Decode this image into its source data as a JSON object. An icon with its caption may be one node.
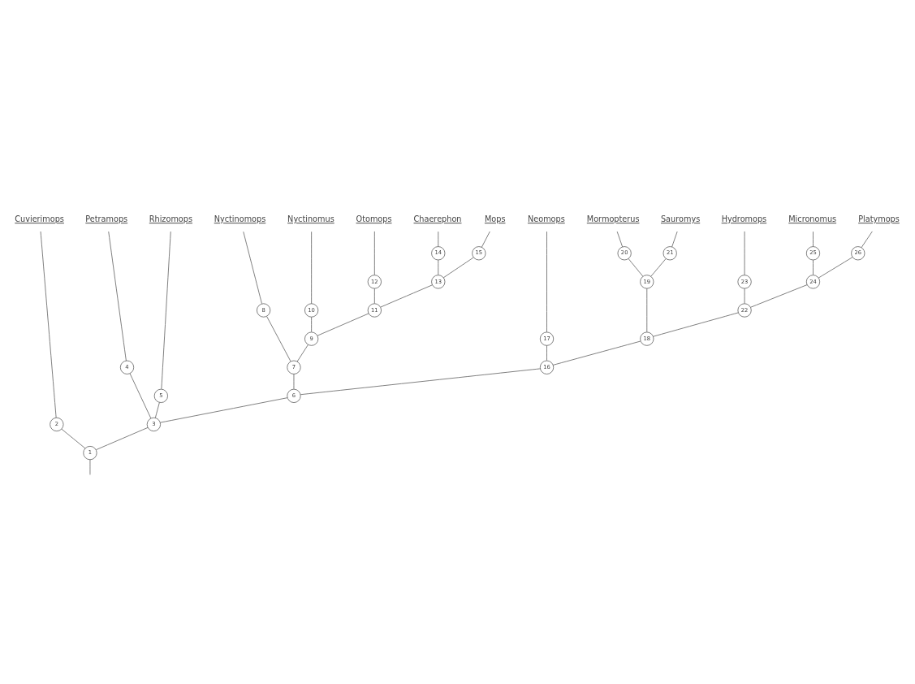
{
  "diagram": {
    "nodes": [
      {
        "text": [
          "Cuvierimops"
        ]
      },
      {
        "text": [
          "Petramops"
        ]
      },
      {
        "text": [
          "Rhizomops"
        ]
      },
      {
        "text": [
          "Nyctinomops"
        ]
      },
      {
        "text": [
          "Nyctinomus"
        ]
      },
      {
        "text": [
          "Otomops"
        ]
      },
      {
        "text": [
          "Chaerephon"
        ]
      },
      {
        "text": [
          "Mops"
        ]
      },
      {
        "text": [
          "Neomops"
        ]
      },
      {
        "text": [
          "Mormopterus"
        ]
      },
      {
        "text": [
          "Sauromys"
        ]
      },
      {
        "text": [
          "Hydromops"
        ]
      },
      {
        "text": [
          "Micronomus"
        ]
      },
      {
        "text": [
          "Platymops"
        ]
      },
      {
        "text": [
          "1"
        ]
      },
      {
        "text": [
          "2"
        ]
      },
      {
        "text": [
          "3"
        ]
      },
      {
        "text": [
          "4"
        ]
      },
      {
        "text": [
          "5"
        ]
      },
      {
        "text": [
          "6"
        ]
      },
      {
        "text": [
          "7"
        ]
      },
      {
        "text": [
          "8"
        ]
      },
      {
        "text": [
          "9"
        ]
      },
      {
        "text": [
          "10"
        ]
      },
      {
        "text": [
          "11"
        ]
      },
      {
        "text": [
          "12"
        ]
      },
      {
        "text": [
          "13"
        ]
      },
      {
        "text": [
          "14"
        ]
      },
      {
        "text": [
          "15"
        ]
      },
      {
        "text": [
          "16"
        ]
      },
      {
        "text": [
          "17"
        ]
      },
      {
        "text": [
          "18"
        ]
      },
      {
        "text": [
          "19"
        ]
      },
      {
        "text": [
          "20"
        ]
      },
      {
        "text": [
          "21"
        ]
      },
      {
        "text": [
          "22"
        ]
      },
      {
        "text": [
          "23"
        ]
      },
      {
        "text": [
          "24"
        ]
      },
      {
        "text": [
          "25"
        ]
      },
      {
        "text": [
          "26"
        ]
      }
    ],
    "edges": [
      {
        "from": null,
        "to": 14,
        "arrow": "none"
      },
      {
        "from": 14,
        "to": 15,
        "arrow": "none"
      },
      {
        "from": 14,
        "to": 16,
        "arrow": "none"
      },
      {
        "from": 15,
        "to": 0,
        "arrow": "none"
      },
      {
        "from": 16,
        "to": 17,
        "arrow": "none"
      },
      {
        "from": 16,
        "to": 18,
        "arrow": "none"
      },
      {
        "from": 16,
        "to": 19,
        "arrow": "none"
      },
      {
        "from": 17,
        "to": 1,
        "arrow": "none"
      },
      {
        "from": 18,
        "to": 2,
        "arrow": "none"
      },
      {
        "from": 19,
        "to": 20,
        "arrow": "none"
      },
      {
        "from": 19,
        "to": 29,
        "arrow": "none"
      },
      {
        "from": 20,
        "to": 21,
        "arrow": "none"
      },
      {
        "from": 20,
        "to": 22,
        "arrow": "none"
      },
      {
        "from": 21,
        "to": 3,
        "arrow": "none"
      },
      {
        "from": 22,
        "to": 23,
        "arrow": "none"
      },
      {
        "from": 22,
        "to": 24,
        "arrow": "none"
      },
      {
        "from": 23,
        "to": 4,
        "arrow": "none"
      },
      {
        "from": 24,
        "to": 25,
        "arrow": "none"
      },
      {
        "from": 24,
        "to": 26,
        "arrow": "none"
      },
      {
        "from": 25,
        "to": 5,
        "arrow": "none"
      },
      {
        "from": 26,
        "to": 27,
        "arrow": "none"
      },
      {
        "from": 26,
        "to": 28,
        "arrow": "none"
      },
      {
        "from": 27,
        "to": 6,
        "arrow": "none"
      },
      {
        "from": 28,
        "to": 7,
        "arrow": "none"
      },
      {
        "from": 29,
        "to": 30,
        "arrow": "none"
      },
      {
        "from": 29,
        "to": 31,
        "arrow": "none"
      },
      {
        "from": 30,
        "to": 8,
        "arrow": "none"
      },
      {
        "from": 31,
        "to": 32,
        "arrow": "none"
      },
      {
        "from": 31,
        "to": 35,
        "arrow": "none"
      },
      {
        "from": 32,
        "to": 33,
        "arrow": "none"
      },
      {
        "from": 32,
        "to": 34,
        "arrow": "none"
      },
      {
        "from": 33,
        "to": 9,
        "arrow": "none"
      },
      {
        "from": 34,
        "to": 10,
        "arrow": "none"
      },
      {
        "from": 35,
        "to": 36,
        "arrow": "none"
      },
      {
        "from": 35,
        "to": 37,
        "arrow": "none"
      },
      {
        "from": 36,
        "to": 11,
        "arrow": "none"
      },
      {
        "from": 37,
        "to": 38,
        "arrow": "none"
      },
      {
        "from": 37,
        "to": 39,
        "arrow": "none"
      },
      {
        "from": 38,
        "to": 12,
        "arrow": "none"
      },
      {
        "from": 39,
        "to": 13,
        "arrow": "none"
      }
    ]
  }
}
